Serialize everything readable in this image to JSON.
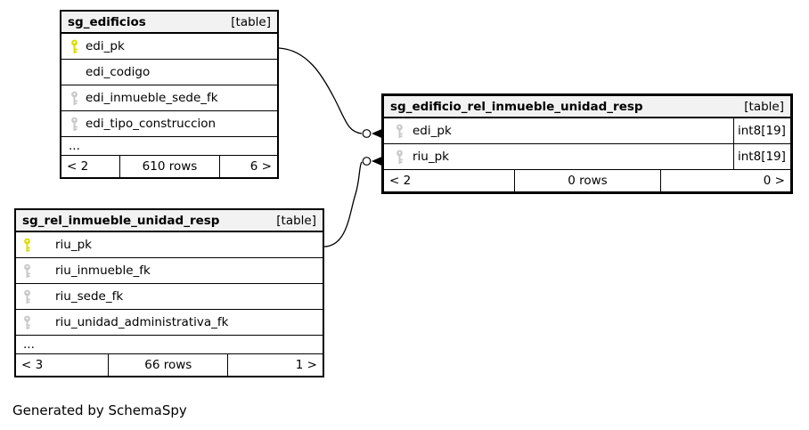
{
  "credit": "Generated by SchemaSpy",
  "colors": {
    "primary_key": "#dcdc00",
    "foreign_key": "#c8c8c8",
    "header_bg": "#f2f2f2",
    "border": "#000000"
  },
  "tables": [
    {
      "name": "sg_edificios",
      "tag": "[table]",
      "columns": [
        {
          "icon": "primary-key",
          "name": "edi_pk"
        },
        {
          "icon": "",
          "name": "edi_codigo"
        },
        {
          "icon": "foreign-key",
          "name": "edi_inmueble_sede_fk"
        },
        {
          "icon": "foreign-key",
          "name": "edi_tipo_construccion"
        }
      ],
      "ellipsis": "...",
      "footer": {
        "left": "< 2",
        "center": "610 rows",
        "right": "6 >"
      }
    },
    {
      "name": "sg_edificio_rel_inmueble_unidad_resp",
      "tag": "[table]",
      "columns": [
        {
          "icon": "foreign-key",
          "name": "edi_pk",
          "type": "int8[19]"
        },
        {
          "icon": "foreign-key",
          "name": "riu_pk",
          "type": "int8[19]"
        }
      ],
      "footer": {
        "left": "< 2",
        "center": "0 rows",
        "right": "0 >"
      }
    },
    {
      "name": "sg_rel_inmueble_unidad_resp",
      "tag": "[table]",
      "columns": [
        {
          "icon": "primary-key",
          "name": "riu_pk"
        },
        {
          "icon": "foreign-key",
          "name": "riu_inmueble_fk"
        },
        {
          "icon": "foreign-key",
          "name": "riu_sede_fk"
        },
        {
          "icon": "foreign-key",
          "name": "riu_unidad_administrativa_fk"
        }
      ],
      "ellipsis": "...",
      "footer": {
        "left": "< 3",
        "center": "66 rows",
        "right": "1 >"
      }
    }
  ],
  "relationships": [
    {
      "from": "sg_edificios.edi_pk",
      "to": "sg_edificio_rel_inmueble_unidad_resp.edi_pk"
    },
    {
      "from": "sg_rel_inmueble_unidad_resp.riu_pk",
      "to": "sg_edificio_rel_inmueble_unidad_resp.riu_pk"
    }
  ]
}
